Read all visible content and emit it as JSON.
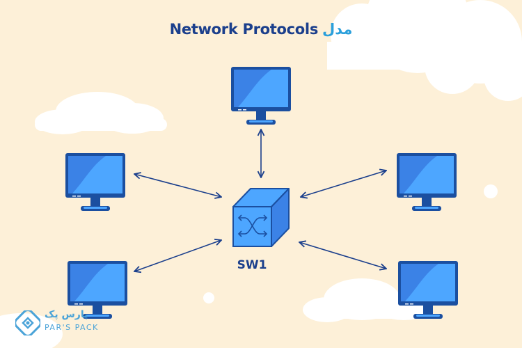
{
  "title": {
    "en": "Network Protocols",
    "fa": "مدل"
  },
  "switch": {
    "label": "SW1"
  },
  "nodes": [
    {
      "id": "pc-top",
      "name": "computer-top"
    },
    {
      "id": "pc-left-upper",
      "name": "computer-left-upper"
    },
    {
      "id": "pc-right-upper",
      "name": "computer-right-upper"
    },
    {
      "id": "pc-left-lower",
      "name": "computer-left-lower"
    },
    {
      "id": "pc-right-lower",
      "name": "computer-right-lower"
    }
  ],
  "logo": {
    "fa": "پارس پک",
    "en": "PAR'S PACK"
  },
  "colors": {
    "background": "#fdf0d8",
    "cloud": "#ffffff",
    "monitor_frame": "#1b4fa0",
    "monitor_screen": "#4da6ff",
    "screen_shine": "#3b82e6",
    "arrow": "#1b3f8c",
    "title": "#1b3f8c",
    "title_accent": "#2a9fdb",
    "logo": "#4aa3d8"
  }
}
